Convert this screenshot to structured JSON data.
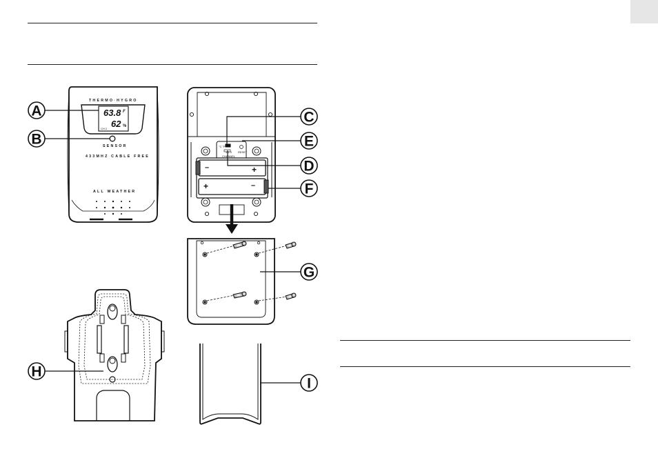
{
  "callouts": [
    "A",
    "B",
    "C",
    "D",
    "E",
    "F",
    "G",
    "H",
    "I"
  ],
  "sensor_front": {
    "brand": "THERMO·HYGRO",
    "temperature": "63.8",
    "temp_unit": "F",
    "humidity": "62",
    "humidity_unit": "%",
    "channel": "CH 2",
    "sensor_label": "SENSOR",
    "freq_label": "433MHZ CABLE FREE",
    "weather_label": "ALL WEATHER"
  },
  "battery_panel": {
    "reset_label": "RESET",
    "channel_label": "CHANNEL",
    "switch_label": "°C °F",
    "channel_numbers": "1 2 3",
    "plus": "+",
    "minus": "–"
  }
}
